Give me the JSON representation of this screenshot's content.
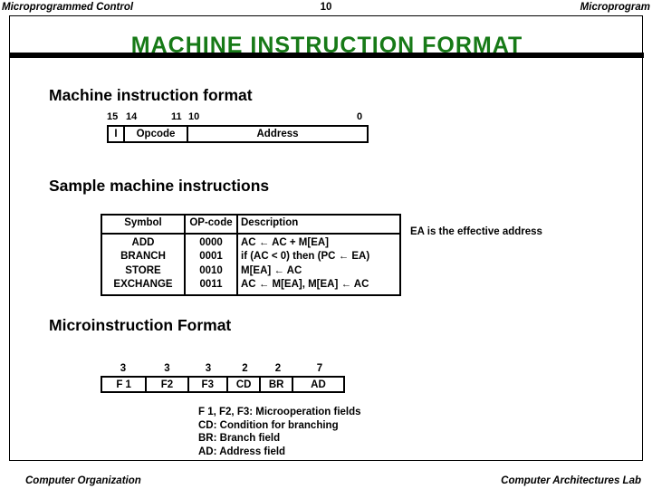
{
  "header": {
    "left_label": "Microprogrammed Control",
    "page_number": "10",
    "right_label": "Microprogram"
  },
  "slide": {
    "title": "MACHINE  INSTRUCTION  FORMAT",
    "title_color": "#177a17"
  },
  "machine_format": {
    "heading": "Machine instruction format",
    "bit_labels": {
      "b15": "15",
      "b14": "14",
      "b11": "11",
      "b10": "10",
      "b0": "0"
    },
    "fields": [
      {
        "label": "I"
      },
      {
        "label": "Opcode"
      },
      {
        "label": "Address"
      }
    ]
  },
  "sample_instructions": {
    "heading": "Sample machine instructions",
    "columns": [
      "Symbol",
      "OP-code",
      "Description"
    ],
    "rows": [
      {
        "symbol": "ADD",
        "opcode": "0000",
        "description": "AC ← AC + M[EA]"
      },
      {
        "symbol": "BRANCH",
        "opcode": "0001",
        "description": "if (AC < 0) then (PC ← EA)"
      },
      {
        "symbol": "STORE",
        "opcode": "0010",
        "description": "M[EA] ←  AC"
      },
      {
        "symbol": "EXCHANGE",
        "opcode": "0011",
        "description": "AC ← M[EA], M[EA] ←  AC"
      }
    ],
    "note": "EA is the effective address"
  },
  "micro_format": {
    "heading": "Microinstruction Format",
    "fields": [
      {
        "bits": "3",
        "label": "F 1",
        "width": 50
      },
      {
        "bits": "3",
        "label": "F2",
        "width": 47
      },
      {
        "bits": "3",
        "label": "F3",
        "width": 44
      },
      {
        "bits": "2",
        "label": "CD",
        "width": 37
      },
      {
        "bits": "2",
        "label": "BR",
        "width": 36
      },
      {
        "bits": "7",
        "label": "AD",
        "width": 56
      }
    ],
    "legend": [
      "F 1, F2, F3: Microoperation fields",
      "CD: Condition for branching",
      "BR: Branch field",
      "AD: Address field"
    ]
  },
  "footer": {
    "left_label": "Computer Organization",
    "right_label": "Computer Architectures Lab"
  }
}
